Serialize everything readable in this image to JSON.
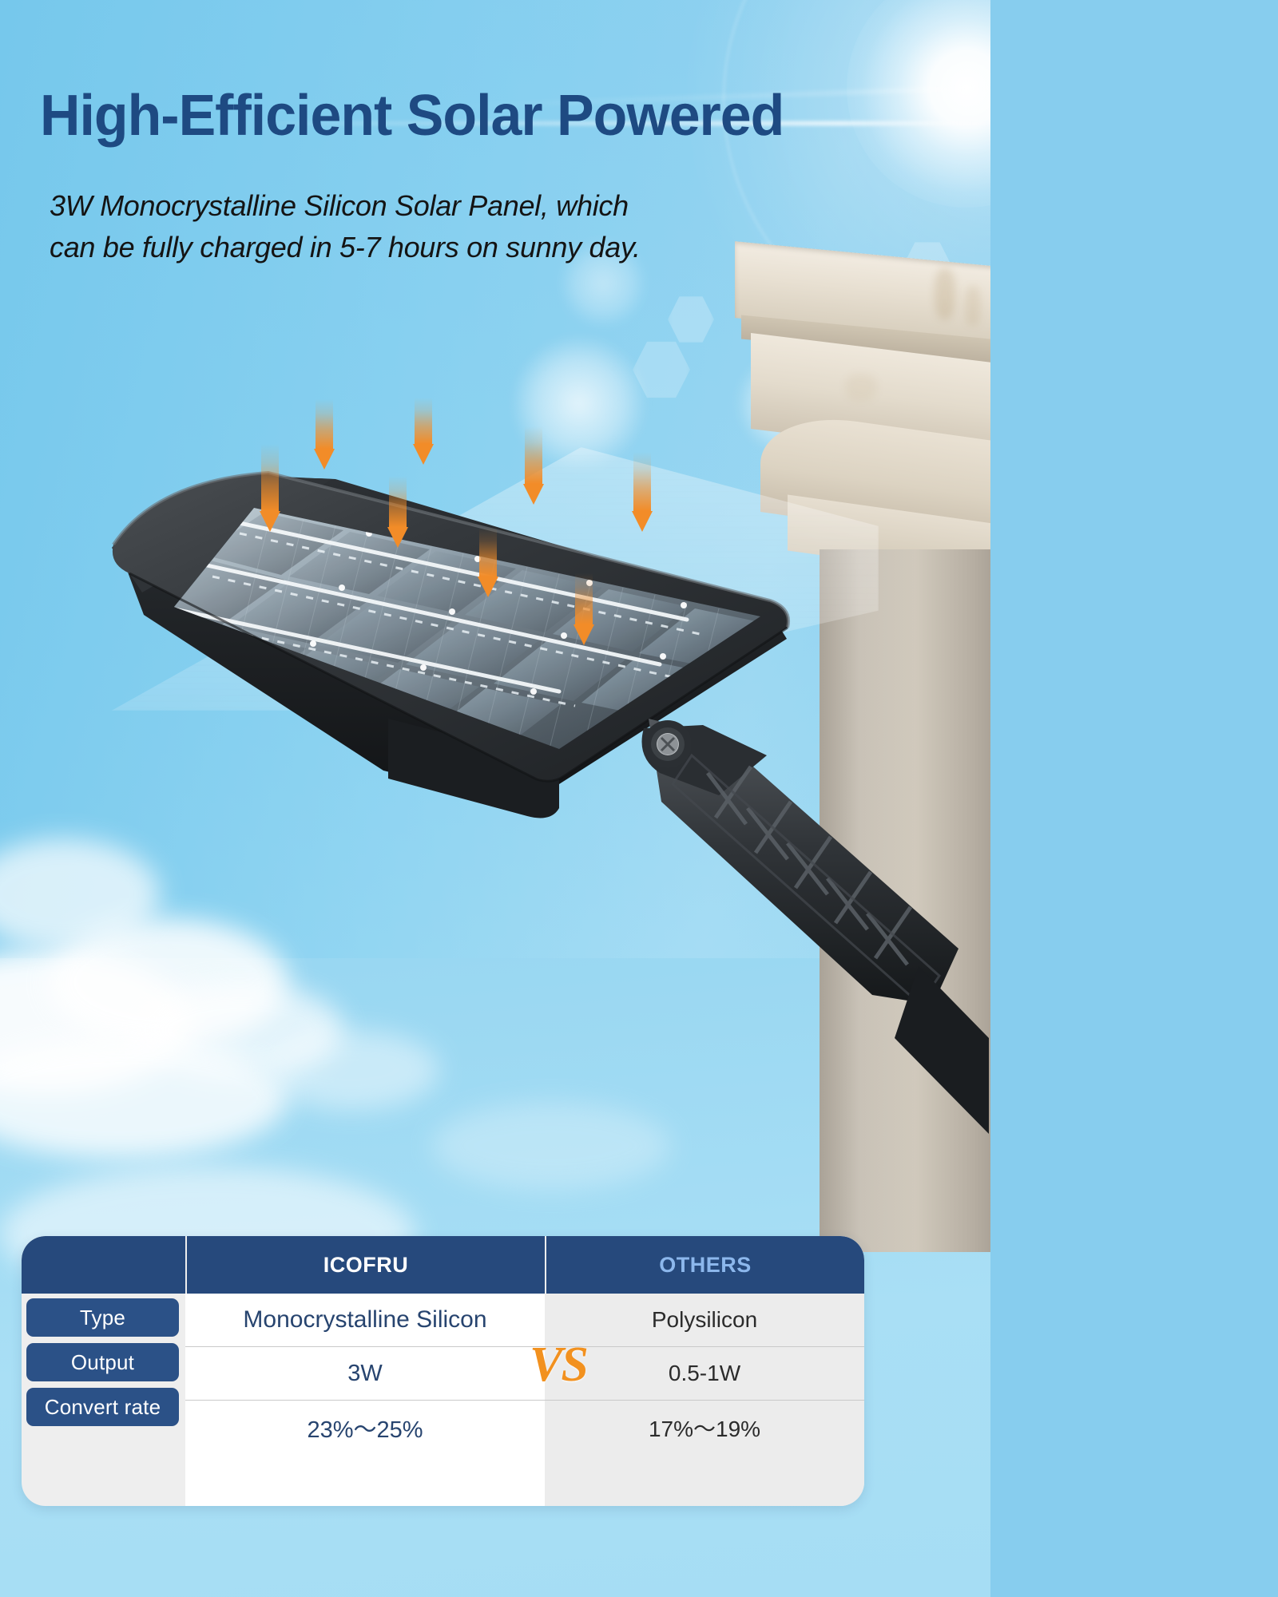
{
  "page": {
    "headline": "High-Efficient Solar Powered",
    "subtitle_line1": "3W Monocrystalline Silicon Solar Panel, which",
    "subtitle_line2": "can be fully charged in 5-7 hours on sunny day."
  },
  "colors": {
    "sky": "#87cdee",
    "headline_navy": "#1e4a82",
    "table_header_navy": "#26497c",
    "pill_navy": "#2b5187",
    "others_label_blue": "#8cb7ec",
    "vs_orange": "#F2911F",
    "arrow_orange": "#F28C28",
    "ours_cell_bg": "#ffffff",
    "others_cell_bg": "#ececec",
    "card_bg": "#eeeeee"
  },
  "comparison": {
    "header": {
      "label_column": "",
      "ours": "ICOFRU",
      "others": "OTHERS"
    },
    "vs_label": "VS",
    "rows": [
      {
        "label": "Type",
        "ours": "Monocrystalline Silicon",
        "others": "Polysilicon"
      },
      {
        "label": "Output",
        "ours": "3W",
        "others": "0.5-1W"
      },
      {
        "label": "Convert rate",
        "ours": "23%〜25%",
        "others": "17%〜19%"
      }
    ]
  },
  "product": {
    "solar_panel_name": "solar-panel",
    "mounting_arm_name": "mounting-arm",
    "wall_name": "stone-pillar",
    "sunlight_arrow_count": 8
  }
}
